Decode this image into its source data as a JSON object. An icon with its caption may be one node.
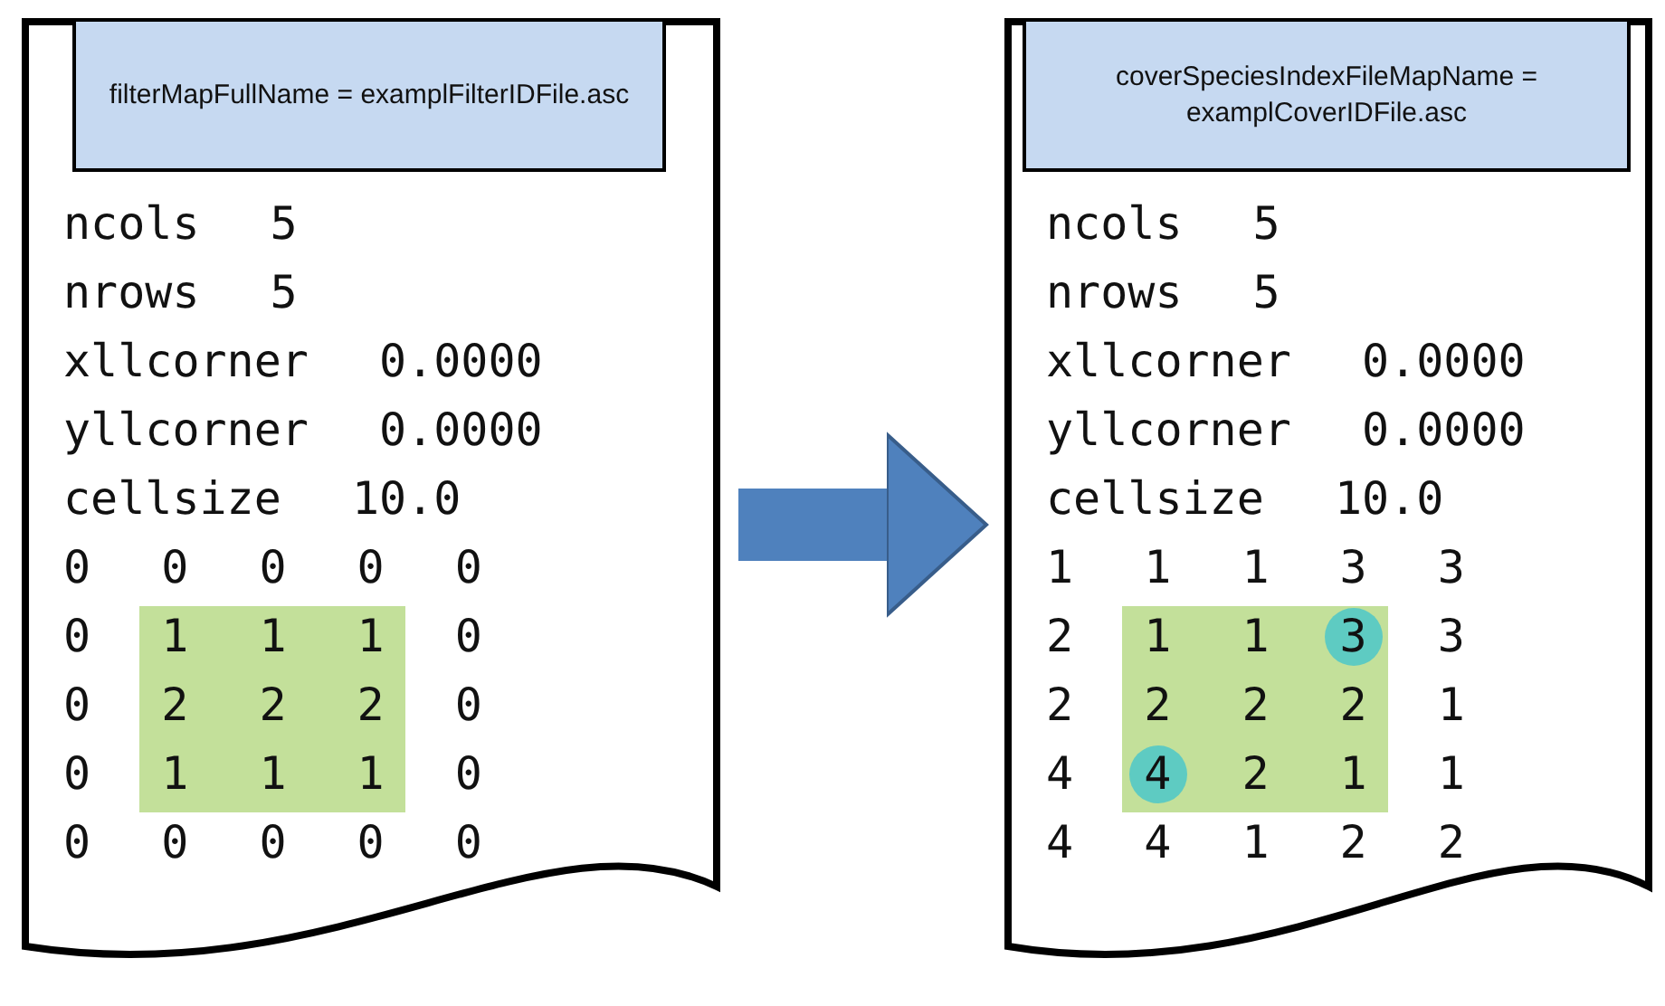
{
  "diagram": {
    "nodes": [
      {
        "text": [
          "ncols 5",
          "nrows 5",
          "xllcorner 0.0000",
          "yllcorner 0.0000",
          "cellsize 10.0",
          "0 0 0 0 0",
          "0 1 1 1 0",
          "0 2 2 2 0",
          "0 1 1 1 0",
          "0 0 0 0 0"
        ]
      },
      {
        "text": [
          "filterMapFullName = examplFilterIDFile.asc"
        ],
        "in": 0
      },
      {
        "text": [
          "ncols 5",
          "nrows 5",
          "xllcorner 0.0000",
          "yllcorner 0.0000",
          "cellsize 10.0",
          "1 1 1 3 3",
          "2 1 1 3 3",
          "2 2 2 2 1",
          "4 4 2 1 1",
          "4 4 1 2 2"
        ]
      },
      {
        "text": [
          "coverSpeciesIndexFileMapName = examplCoverIDFile.asc"
        ],
        "in": 2
      }
    ],
    "edges": [
      {
        "from": 0,
        "to": 2,
        "arrow": "to"
      }
    ]
  }
}
